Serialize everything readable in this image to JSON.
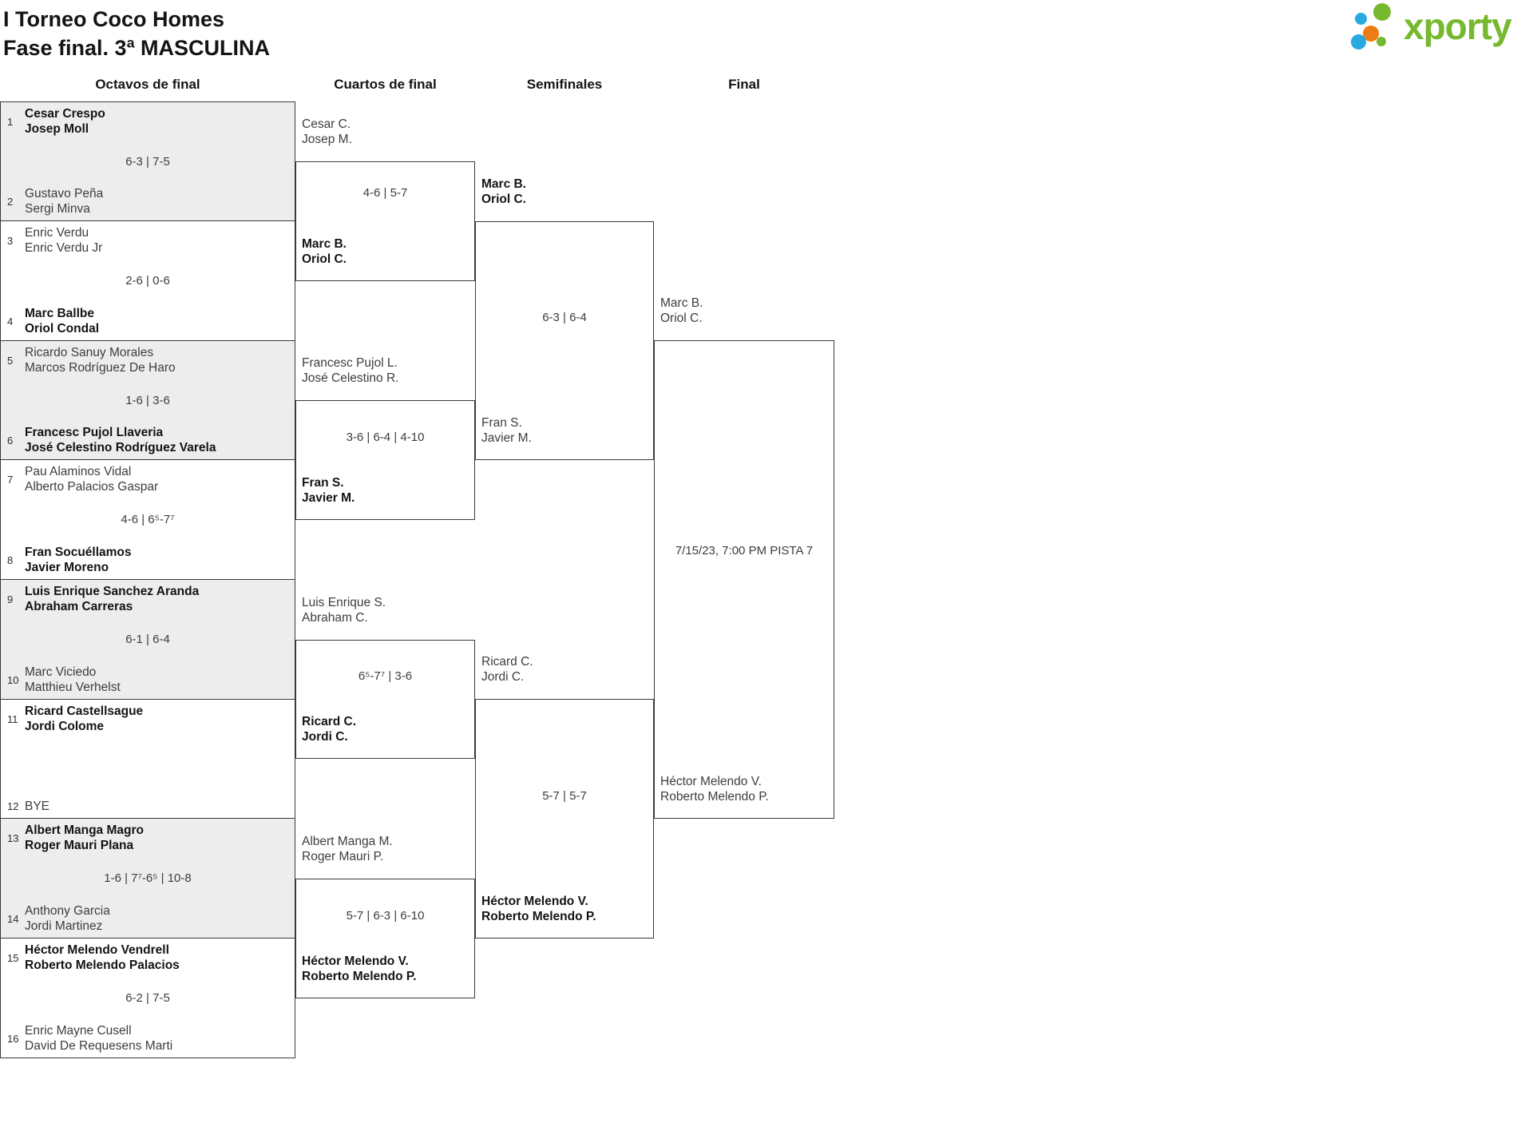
{
  "title": {
    "line1": "I Torneo Coco Homes",
    "line2": "Fase final. 3ª MASCULINA"
  },
  "logo": {
    "text": "xporty"
  },
  "round_headers": [
    "Octavos de final",
    "Cuartos de final",
    "Semifinales",
    "Final"
  ],
  "octavos": [
    {
      "seed1": "1",
      "team1": [
        "Cesar Crespo",
        "Josep Moll"
      ],
      "t1win": true,
      "score": "6-3 | 7-5",
      "seed2": "2",
      "team2": [
        "Gustavo Peña",
        "Sergi Minva"
      ],
      "t2win": false
    },
    {
      "seed1": "3",
      "team1": [
        "Enric Verdu",
        "Enric Verdu Jr"
      ],
      "t1win": false,
      "score": "2-6 | 0-6",
      "seed2": "4",
      "team2": [
        "Marc Ballbe",
        "Oriol Condal"
      ],
      "t2win": true
    },
    {
      "seed1": "5",
      "team1": [
        "Ricardo Sanuy Morales",
        "Marcos Rodríguez De Haro"
      ],
      "t1win": false,
      "score": "1-6 | 3-6",
      "seed2": "6",
      "team2": [
        "Francesc Pujol Llaveria",
        "José Celestino Rodríguez Varela"
      ],
      "t2win": true
    },
    {
      "seed1": "7",
      "team1": [
        "Pau Alaminos Vidal",
        "Alberto Palacios Gaspar"
      ],
      "t1win": false,
      "score": "4-6 | 6⁵-7⁷",
      "seed2": "8",
      "team2": [
        "Fran Socuéllamos",
        "Javier Moreno"
      ],
      "t2win": true
    },
    {
      "seed1": "9",
      "team1": [
        "Luis Enrique Sanchez Aranda",
        "Abraham Carreras"
      ],
      "t1win": true,
      "score": "6-1 | 6-4",
      "seed2": "10",
      "team2": [
        "Marc Viciedo",
        "Matthieu Verhelst"
      ],
      "t2win": false
    },
    {
      "seed1": "11",
      "team1": [
        "Ricard Castellsague",
        "Jordi Colome"
      ],
      "t1win": true,
      "score": "",
      "seed2": "12",
      "team2": [
        "BYE"
      ],
      "t2win": false
    },
    {
      "seed1": "13",
      "team1": [
        "Albert Manga Magro",
        "Roger Mauri Plana"
      ],
      "t1win": true,
      "score": "1-6 | 7⁷-6⁵ | 10-8",
      "seed2": "14",
      "team2": [
        "Anthony Garcia",
        "Jordi Martinez"
      ],
      "t2win": false
    },
    {
      "seed1": "15",
      "team1": [
        "Héctor Melendo Vendrell",
        "Roberto Melendo Palacios"
      ],
      "t1win": true,
      "score": "6-2 | 7-5",
      "seed2": "16",
      "team2": [
        "Enric Mayne Cusell",
        "David De Requesens Marti"
      ],
      "t2win": false
    }
  ],
  "cuartos": [
    {
      "team1": [
        "Cesar C.",
        "Josep M."
      ],
      "t1win": false,
      "score": "4-6 | 5-7",
      "team2": [
        "Marc B.",
        "Oriol C."
      ],
      "t2win": true
    },
    {
      "team1": [
        "Francesc Pujol L.",
        "José Celestino R."
      ],
      "t1win": false,
      "score": "3-6 | 6-4 | 4-10",
      "team2": [
        "Fran S.",
        "Javier M."
      ],
      "t2win": true
    },
    {
      "team1": [
        "Luis Enrique S.",
        "Abraham C."
      ],
      "t1win": false,
      "score": "6⁵-7⁷ | 3-6",
      "team2": [
        "Ricard C.",
        "Jordi C."
      ],
      "t2win": true
    },
    {
      "team1": [
        "Albert Manga M.",
        "Roger Mauri P."
      ],
      "t1win": false,
      "score": "5-7 | 6-3 | 6-10",
      "team2": [
        "Héctor Melendo V.",
        "Roberto Melendo P."
      ],
      "t2win": true
    }
  ],
  "semifinales": [
    {
      "team1": [
        "Marc B.",
        "Oriol C."
      ],
      "t1win": true,
      "score": "6-3 | 6-4",
      "team2": [
        "Fran S.",
        "Javier M."
      ],
      "t2win": false
    },
    {
      "team1": [
        "Ricard C.",
        "Jordi C."
      ],
      "t1win": false,
      "score": "5-7 | 5-7",
      "team2": [
        "Héctor Melendo V.",
        "Roberto Melendo P."
      ],
      "t2win": true
    }
  ],
  "final": {
    "team1": [
      "Marc B.",
      "Oriol C."
    ],
    "t1win": false,
    "team2": [
      "Héctor Melendo V.",
      "Roberto Melendo P."
    ],
    "t2win": false,
    "schedule": "7/15/23, 7:00 PM PISTA 7"
  },
  "colors": {
    "brand_green": "#76b82e",
    "brand_blue": "#29a9e1",
    "brand_orange": "#ec7c13",
    "match_shade": "#ededed",
    "line": "#3a3a3a"
  }
}
